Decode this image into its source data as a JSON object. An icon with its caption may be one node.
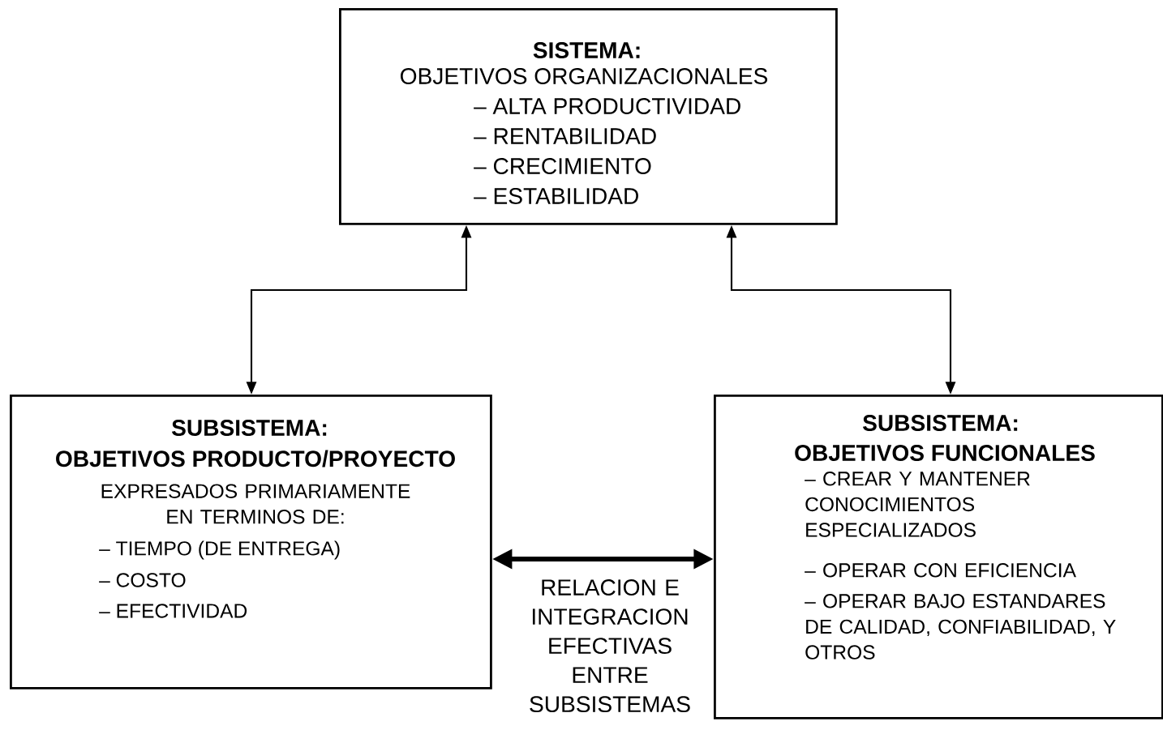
{
  "diagram": {
    "nodes": [
      {
        "text": [
          "SISTEMA:",
          "OBJETIVOS ORGANIZACIONALES",
          "– ALTA PRODUCTIVIDAD",
          "– RENTABILIDAD",
          "– CRECIMIENTO",
          "– ESTABILIDAD"
        ]
      },
      {
        "text": [
          "SUBSISTEMA:",
          "OBJETIVOS PRODUCTO/PROYECTO",
          "EXPRESADOS PRIMARIAMENTE EN TERMINOS DE:",
          "– TIEMPO (DE ENTREGA)",
          "– COSTO",
          "– EFECTIVIDAD"
        ]
      },
      {
        "text": [
          "SUBSISTEMA:",
          "OBJETIVOS FUNCIONALES",
          "– CREAR Y MANTENER CONOCIMIENTOS ESPECIALIZADOS",
          "– OPERAR CON EFICIENCIA",
          "– OPERAR BAJO ESTANDARES DE CALIDAD, CONFIABILIDAD, Y OTROS"
        ]
      }
    ],
    "edges": [
      {
        "from": 0,
        "to": 1,
        "arrow": "both"
      },
      {
        "from": 0,
        "to": 2,
        "arrow": "both"
      },
      {
        "from": 1,
        "to": 2,
        "arrow": "both",
        "style": "thick",
        "label": "RELACION E INTEGRACION EFECTIVAS ENTRE SUBSISTEMAS"
      }
    ]
  }
}
